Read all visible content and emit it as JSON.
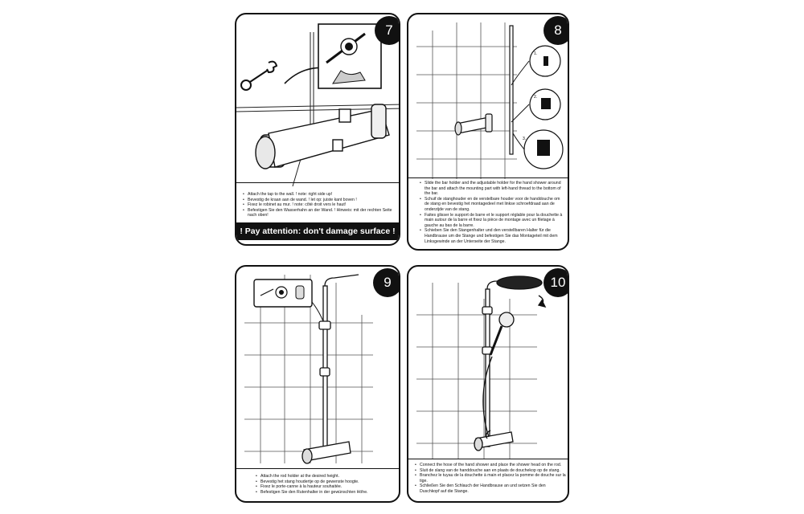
{
  "steps": [
    {
      "number": "7",
      "notes": [
        "Attach the tap to the wall. ! note: right side up!",
        "Bevestig de kraan aan de wand. ! let op: juiste kant boven !",
        "Fixez le robinet au mur. ! note: côté droit vers le haut!",
        "Befestigen Sie den Wasserhahn an der Wand. ! Hinweis: mit der rechten Seite nach oben!"
      ],
      "warning": "! Pay attention: don't damage surface !"
    },
    {
      "number": "8",
      "callouts": [
        "1.",
        "2.",
        "3."
      ],
      "notes": [
        "Slide the bar holder and the adjustable holder for the hand shower around the bar and attach the mounting part with left-hand thread to the bottom of the bar.",
        "Schuif de stanghouder en de verstelbare houder voor de handdouche om de stang en bevestig het montagedeel met linkse schroefdraad aan de onderzijde van de stang.",
        "Faites glisser le support de barre et le support réglable pour la douchette à main autour de la barre et fixez la pièce de montage avec un filetage à gauche au bas de la barre.",
        "Schieben Sie den Stangenhalter und den verstellbaren Halter für die Handbrause um die Stange und befestigen Sie das Montageteil mit dem Linksgewinde an der Unterseite der Stange."
      ]
    },
    {
      "number": "9",
      "notes": [
        "Attach the rod holder at the desired height.",
        "Bevestig het stang houdertje op de gewenste hoogte.",
        "Fixez le porte-canne à la hauteur souhaitée.",
        "Befestigen Sie den Rutenhalter in der gewünschten Höhe."
      ]
    },
    {
      "number": "10",
      "notes": [
        "Connect the hose of the hand shower and place the shower head on the rod.",
        "Sluit de slang van de handdouche aan en plaats de douchekop op de stang.",
        "Branchez le tuyau de la douchette à main et placez la pomme de douche sur la tige.",
        "Schließen Sie den Schlauch der Handbrause an und setzen Sie den Duschkopf auf die Stange."
      ]
    }
  ]
}
